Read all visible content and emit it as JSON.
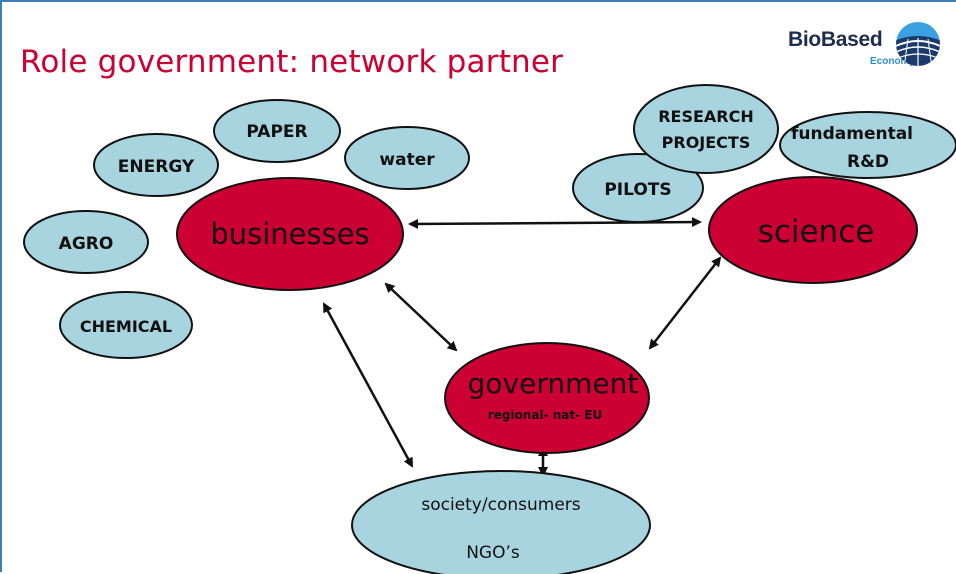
{
  "slide": {
    "title": "Role government: network partner"
  },
  "logo": {
    "name": "BioBased",
    "sub": "Economy"
  },
  "nodes": {
    "paper": "PAPER",
    "energy": "ENERGY",
    "water": "water",
    "agro": "AGRO",
    "chemical": "CHEMICAL",
    "businesses": "businesses",
    "research_line1": "RESEARCH",
    "research_line2": "PROJECTS",
    "fundamental_line1": "fundamental",
    "fundamental_line2": "R&D",
    "pilots": "PILOTS",
    "science": "science",
    "government": "government",
    "government_sub": "regional- nat- EU",
    "society": "society/consumers",
    "ngo": "NGO’s"
  },
  "colors": {
    "title": "#cc0033",
    "red_node": "#cc0033",
    "blue_node": "#a8d4df",
    "outline": "#111111",
    "frame": "#3c7fb8"
  }
}
